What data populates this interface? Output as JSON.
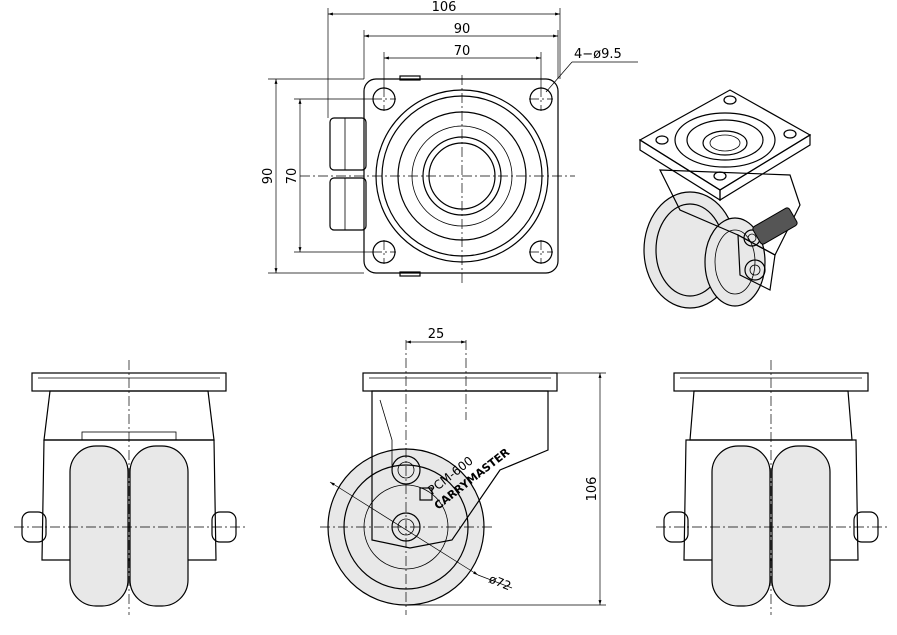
{
  "dimensions": {
    "top_width_overall": "106",
    "top_width_plate": "90",
    "top_width_holes": "70",
    "holes": "4−ø9.5",
    "left_height_plate": "90",
    "left_height_holes": "70",
    "offset": "25",
    "height": "106",
    "wheel_diameter": "ø72"
  },
  "labels": {
    "model": "PCM-600",
    "brand": "CARRYMASTER"
  },
  "colors": {
    "line": "#000000",
    "background": "#ffffff"
  }
}
